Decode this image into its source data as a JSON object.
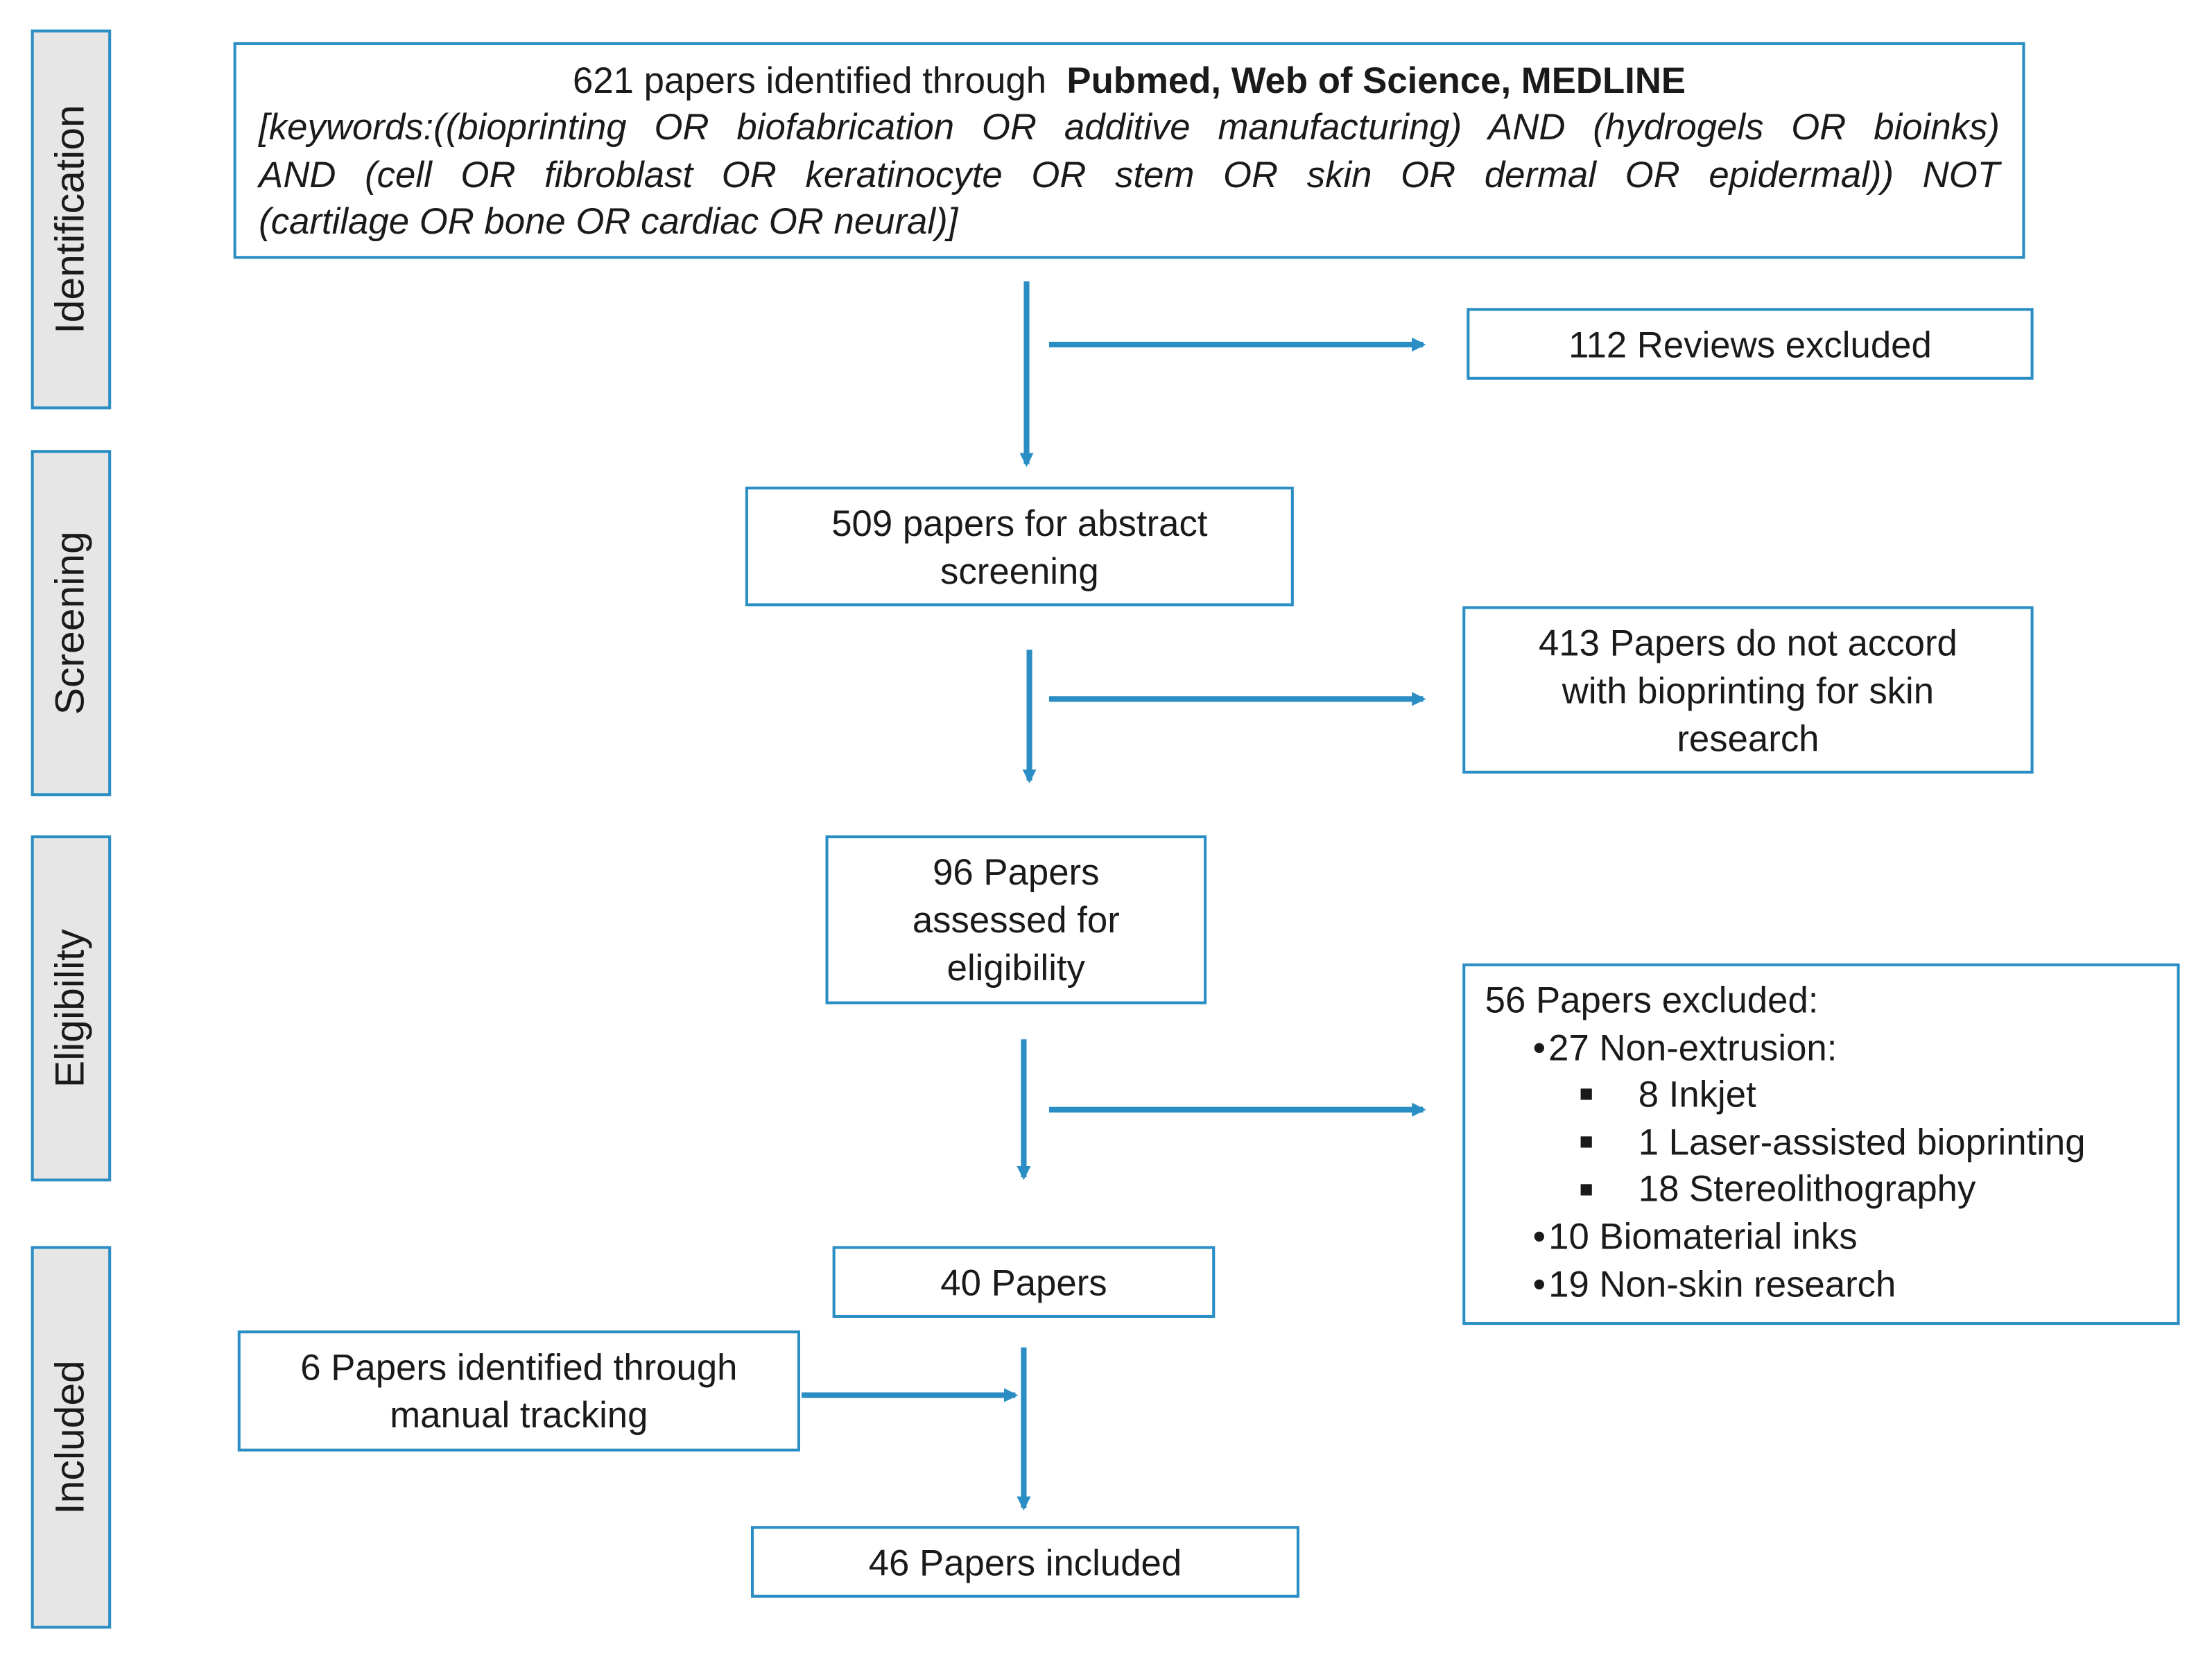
{
  "phases": {
    "identification": "Identification",
    "screening": "Screening",
    "eligibility": "Eligibility",
    "included": "Included"
  },
  "identified": {
    "count_text": "621 papers identified through",
    "sources": "Pubmed, Web of Science, MEDLINE",
    "keywords_line1": "[keywords:((bioprinting OR biofabrication OR additive manufacturing) AND (hydrogels OR bioinks)",
    "keywords_line2": "AND (cell OR fibroblast OR keratinocyte OR stem OR skin OR dermal OR epidermal)) NOT",
    "keywords_line3": "(cartilage OR bone OR cardiac OR neural)]"
  },
  "reviews_excluded": "112 Reviews excluded",
  "abstract_screening": {
    "line1": "509 papers for abstract",
    "line2": "screening"
  },
  "not_accord": {
    "line1": "413 Papers do not accord",
    "line2": "with bioprinting for skin",
    "line3": "research"
  },
  "eligibility_assessed": {
    "line1": "96 Papers",
    "line2": "assessed for",
    "line3": "eligibility"
  },
  "excluded_56": {
    "title": "56 Papers excluded:",
    "non_extrusion": "27 Non-extrusion:",
    "inkjet": "8 Inkjet",
    "laser": "1 Laser-assisted bioprinting",
    "stereo": "18 Stereolithography",
    "biomaterial": "10 Biomaterial inks",
    "non_skin": "19 Non-skin research"
  },
  "papers_40": "40 Papers",
  "manual_tracking": {
    "line1": "6 Papers identified through",
    "line2": "manual tracking"
  },
  "included_46": "46 Papers included",
  "colors": {
    "accent": "#2a8ec4",
    "phase_fill": "#e6e6e6"
  }
}
